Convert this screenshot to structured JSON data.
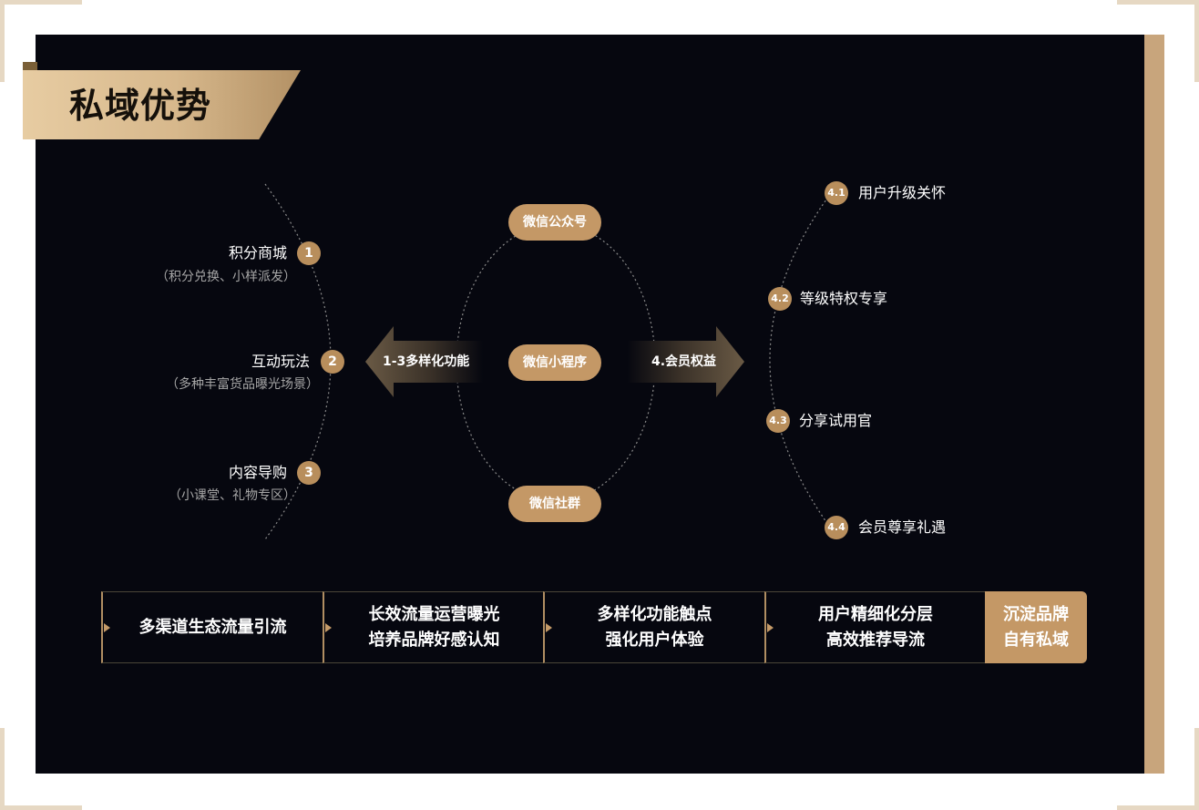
{
  "title": "私域优势",
  "left_items": [
    {
      "num": "1",
      "label": "积分商城",
      "sub": "（积分兑换、小样派发）"
    },
    {
      "num": "2",
      "label": "互动玩法",
      "sub": "（多种丰富货品曝光场景）"
    },
    {
      "num": "3",
      "label": "内容导购",
      "sub": "（小课堂、礼物专区）"
    }
  ],
  "center": {
    "top": "微信公众号",
    "middle": "微信小程序",
    "bottom": "微信社群"
  },
  "arrows": {
    "left": "1-3多样化功能",
    "right": "4.会员权益"
  },
  "right_items": [
    {
      "num": "4.1",
      "label": "用户升级关怀"
    },
    {
      "num": "4.2",
      "label": "等级特权专享"
    },
    {
      "num": "4.3",
      "label": "分享试用官"
    },
    {
      "num": "4.4",
      "label": "会员尊享礼遇"
    }
  ],
  "flow": [
    {
      "line1": "多渠道生态流量引流"
    },
    {
      "line1": "长效流量运营曝光",
      "line2": "培养品牌好感认知"
    },
    {
      "line1": "多样化功能触点",
      "line2": "强化用户体验"
    },
    {
      "line1": "用户精细化分层",
      "line2": "高效推荐导流"
    }
  ],
  "final": {
    "line1": "沉淀品牌",
    "line2": "自有私域"
  },
  "colors": {
    "background": "#06070f",
    "gold": "#c49866",
    "title_gradient_start": "#e7cca2",
    "title_gradient_end": "#b39165"
  }
}
